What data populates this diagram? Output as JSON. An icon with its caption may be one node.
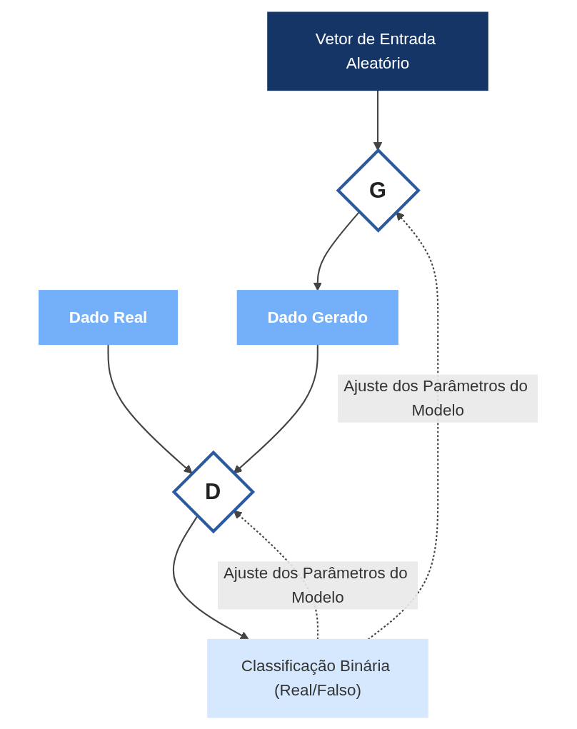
{
  "diagram": {
    "nodes": [
      {
        "text": [
          "Vetor de Entrada Aleatório"
        ]
      },
      {
        "text": [
          "G"
        ]
      },
      {
        "text": [
          "Dado Real"
        ]
      },
      {
        "text": [
          "Dado Gerado"
        ]
      },
      {
        "text": [
          "D"
        ]
      },
      {
        "text": [
          "Classificação Binária (Real/Falso)"
        ]
      }
    ],
    "edges": [
      {
        "from": 0,
        "to": 1,
        "arrow": "to"
      },
      {
        "from": 1,
        "to": 3,
        "arrow": "to"
      },
      {
        "from": 2,
        "to": 4,
        "arrow": "to"
      },
      {
        "from": 3,
        "to": 4,
        "arrow": "to"
      },
      {
        "from": 4,
        "to": 5,
        "arrow": "to"
      },
      {
        "from": 5,
        "to": 4,
        "arrow": "to",
        "style": "dashed",
        "label": "Ajuste dos Parâmetros do Modelo"
      },
      {
        "from": 5,
        "to": 1,
        "arrow": "to",
        "style": "dashed",
        "label": "Ajuste dos Parâmetros do Modelo"
      }
    ]
  }
}
